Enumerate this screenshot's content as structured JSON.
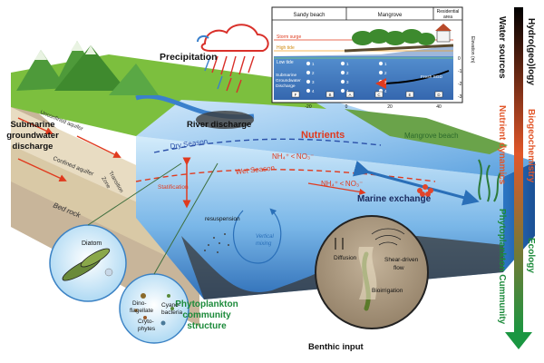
{
  "labels": {
    "precipitation": "Precipitation",
    "sgd_line1": "Submarine",
    "sgd_line2": "groundwater",
    "sgd_line3": "discharge",
    "unconfined_aquifer": "Unconfined aquifer",
    "confined_aquifer": "Confined aquifer",
    "transition_zone_1": "Transition",
    "transition_zone_2": "Zone",
    "bed_rock": "Bed rock",
    "river_discharge": "River discharge",
    "dry_season": "Dry Season",
    "wet_season": "Wet Season",
    "nutrients": "Nutrients",
    "nh4_no3_upper": "NH₄⁺ < NO₃⁻",
    "nh4_no3_lower": "NH₄⁺ < NO₃⁻",
    "mangrove_beach": "Mangrove beach",
    "stratification": "Statification",
    "marine_exchange": "Marine exchange",
    "vertical_mixing_1": "Vertical",
    "vertical_mixing_2": "mixing",
    "resuspension": "resuspension",
    "diffusion": "Diffusion",
    "shear_flow_1": "Shear-driven",
    "shear_flow_2": "flow",
    "bioirrigation": "Bioirrigation",
    "benthic_input": "Benthic input",
    "phyto_title_1": "Phytoplankton",
    "phyto_title_2": "community",
    "phyto_title_3": "structure",
    "diatom": "Diatom",
    "dinoflagellate_1": "Dino-",
    "dinoflagellate_2": "flagellate",
    "cyanobacteria_1": "Cyano-",
    "cyanobacteria_2": "bacteria",
    "cryptophytes_1": "Cryto-",
    "cryptophytes_2": "phytes"
  },
  "inset": {
    "sandy_beach": "Sandy beach",
    "mangrove": "Mangrove",
    "residential_1": "Residential",
    "residential_2": "area",
    "storm_surge": "Storm surge",
    "high_tide": "High tide",
    "low_tide": "Low tide",
    "sgd_1": "Submarine",
    "sgd_2": "Groundwater",
    "sgd_3": "Discharge",
    "fresh_sgd": "Fresh SGD",
    "elevation_label": "Elevation (m)",
    "y_ticks": [
      "0",
      "-1",
      "-2",
      "-3"
    ],
    "x_ticks": [
      "-20",
      "0",
      "20",
      "40"
    ],
    "well_numbers": [
      "1",
      "2",
      "3",
      "4",
      "1",
      "2",
      "3",
      "4",
      "1",
      "2",
      "3",
      "4"
    ],
    "station_marks": [
      "F",
      "B",
      "A",
      "C",
      "E",
      "D"
    ]
  },
  "side_axis": {
    "water_sources": "Water sources",
    "hydrogeology": "Hydro(geo)logy",
    "nutrient_dynamics": "Nutrient dynamics",
    "biogeochemistry": "Biogeochemistry",
    "phyto_community": "Phytoplankton Cummunity",
    "ecology": "Ecology"
  },
  "colors": {
    "black_label": "#111111",
    "orange_label": "#e2572a",
    "green_label": "#1c8a3a",
    "arrow_top": "#000000",
    "arrow_bottom": "#1a9641",
    "water": "#4a8fd6",
    "land": "#7cbf3e",
    "red_text": "#e03a1e",
    "navy_text": "#1a2a5e"
  },
  "icons": {
    "cloud": "rain-cloud-icon",
    "mountains": "mountain-icon",
    "tree": "mangrove-tree-icon",
    "house": "house-icon",
    "worm": "worm-icon",
    "seaweed": "seaweed-icon",
    "coral": "coral-icon"
  }
}
